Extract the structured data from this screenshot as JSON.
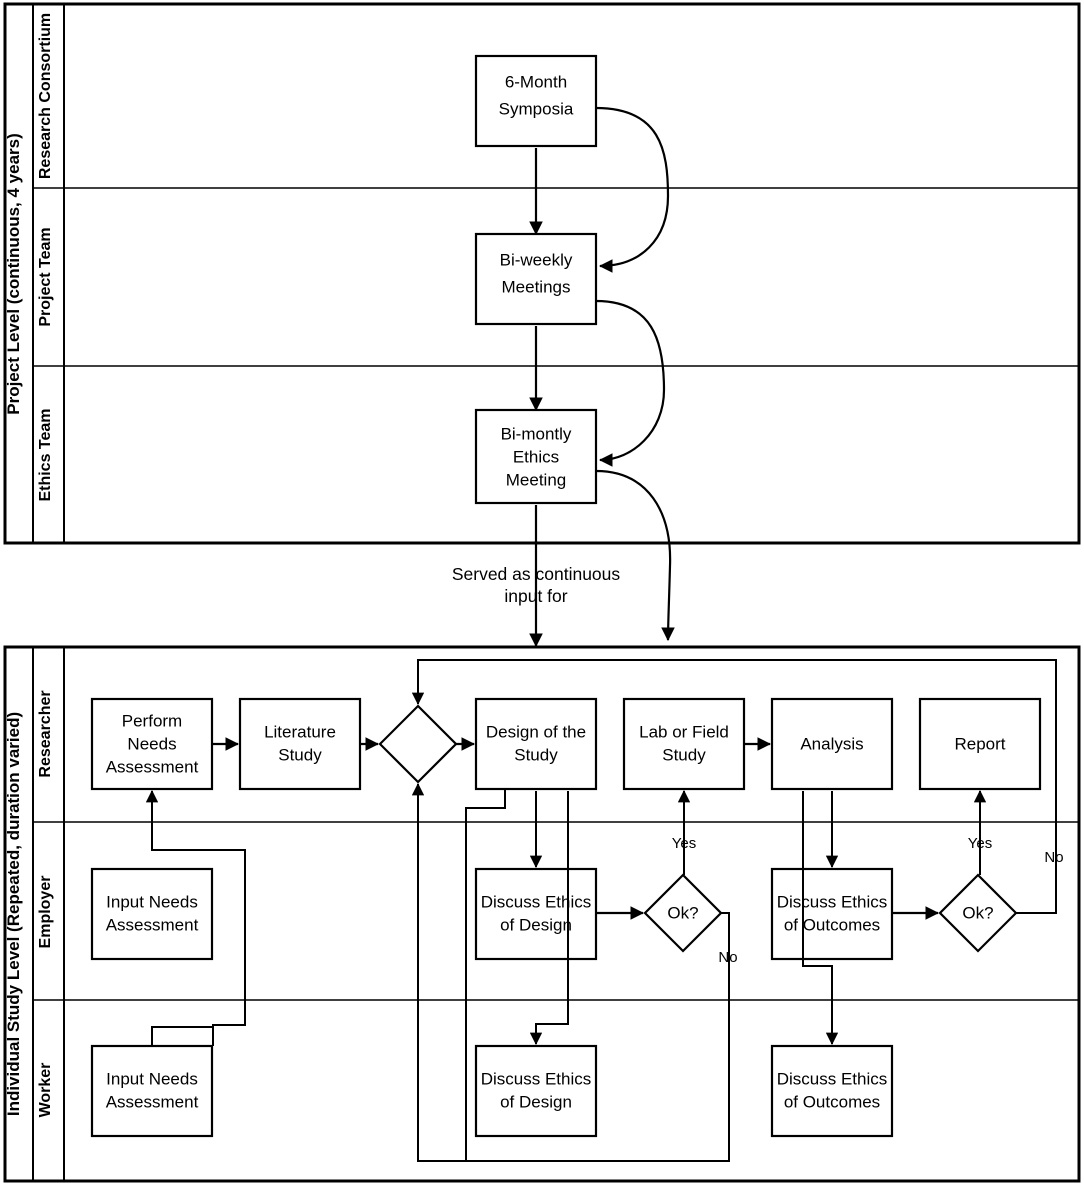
{
  "diagram": {
    "title": "Research governance and individual study process swimlane diagram",
    "pools": [
      {
        "id": "project-level",
        "label": "Project Level (continuous, 4 years)",
        "lanes": [
          {
            "id": "research-consortium",
            "label": "Research Consortium"
          },
          {
            "id": "project-team",
            "label": "Project Team"
          },
          {
            "id": "ethics-team",
            "label": "Ethics Team"
          }
        ]
      },
      {
        "id": "individual-study-level",
        "label": "Individual Study Level (Repeated, duration varied)",
        "lanes": [
          {
            "id": "researcher",
            "label": "Researcher"
          },
          {
            "id": "employer",
            "label": "Employer"
          },
          {
            "id": "worker",
            "label": "Worker"
          }
        ]
      }
    ],
    "nodes": {
      "symposia": {
        "label_line1": "6-Month",
        "label_line2": "Symposia",
        "label_line3": ""
      },
      "biweekly": {
        "label_line1": "Bi-weekly",
        "label_line2": "Meetings",
        "label_line3": ""
      },
      "bimonthly_ethics": {
        "label_line1": "Bi-montly",
        "label_line2": "Ethics",
        "label_line3": "Meeting"
      },
      "perform_needs": {
        "label_line1": "Perform",
        "label_line2": "Needs",
        "label_line3": "Assessment"
      },
      "literature_study": {
        "label_line1": "Literature",
        "label_line2": "Study",
        "label_line3": ""
      },
      "gateway": {
        "label_line1": "",
        "label_line2": "",
        "label_line3": ""
      },
      "design_study": {
        "label_line1": "Design of the",
        "label_line2": "Study",
        "label_line3": ""
      },
      "lab_field": {
        "label_line1": "Lab or Field",
        "label_line2": "Study",
        "label_line3": ""
      },
      "analysis": {
        "label_line1": "Analysis",
        "label_line2": "",
        "label_line3": ""
      },
      "report": {
        "label_line1": "Report",
        "label_line2": "",
        "label_line3": ""
      },
      "employer_input": {
        "label_line1": "Input Needs",
        "label_line2": "Assessment",
        "label_line3": ""
      },
      "employer_ethics_des": {
        "label_line1": "Discuss Ethics",
        "label_line2": "of Design",
        "label_line3": ""
      },
      "ok_design": {
        "label_line1": "Ok?",
        "label_line2": "",
        "label_line3": ""
      },
      "employer_ethics_out": {
        "label_line1": "Discuss Ethics",
        "label_line2": "of Outcomes",
        "label_line3": ""
      },
      "ok_outcomes": {
        "label_line1": "Ok?",
        "label_line2": "",
        "label_line3": ""
      },
      "worker_input": {
        "label_line1": "Input Needs",
        "label_line2": "Assessment",
        "label_line3": ""
      },
      "worker_ethics_des": {
        "label_line1": "Discuss Ethics",
        "label_line2": "of Design",
        "label_line3": ""
      },
      "worker_ethics_out": {
        "label_line1": "Discuss Ethics",
        "label_line2": "of Outcomes",
        "label_line3": ""
      }
    },
    "edge_labels": {
      "served_line1": "Served as continuous",
      "served_line2": "input for",
      "yes_design": "Yes",
      "no_design": "No",
      "yes_outcomes": "Yes",
      "no_outcomes": "No"
    },
    "colors": {
      "stroke": "#000000",
      "fill": "#ffffff",
      "background": "#ffffff"
    }
  }
}
